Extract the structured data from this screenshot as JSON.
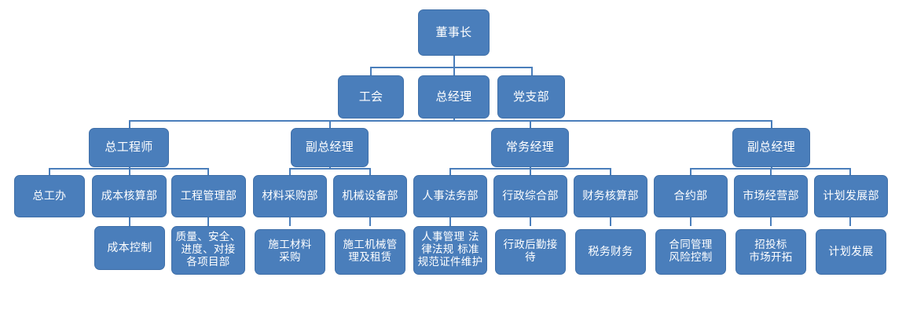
{
  "chart_data": {
    "type": "diagram",
    "diagram_type": "organization-chart",
    "title": "",
    "orientation": "top-down",
    "node_fill_color": "#4a7ebb",
    "node_text_color": "#ffffff",
    "connector_color": "#4a7ebb",
    "background_color": "#ffffff",
    "levels": 5
  },
  "nodes": {
    "chairman": {
      "label": "董事长",
      "level": 1
    },
    "union": {
      "label": "工会",
      "level": 2
    },
    "general_manager": {
      "label": "总经理",
      "level": 2
    },
    "party_branch": {
      "label": "党支部",
      "level": 2
    },
    "chief_engineer": {
      "label": "总工程师",
      "level": 3
    },
    "deputy_gm_left": {
      "label": "副总经理",
      "level": 3
    },
    "executive_manager": {
      "label": "常务经理",
      "level": 3
    },
    "deputy_gm_right": {
      "label": "副总经理",
      "level": 3
    },
    "chief_engineer_office": {
      "label": "总工办",
      "level": 4
    },
    "cost_accounting_dept": {
      "label": "成本核算部",
      "level": 4
    },
    "engineering_mgmt_dept": {
      "label": "工程管理部",
      "level": 4
    },
    "material_purchasing_dept": {
      "label": "材料采购部",
      "level": 4
    },
    "mechanical_equipment_dept": {
      "label": "机械设备部",
      "level": 4
    },
    "hr_legal_dept": {
      "label": "人事法务部",
      "level": 4
    },
    "admin_general_dept": {
      "label": "行政综合部",
      "level": 4
    },
    "finance_accounting_dept": {
      "label": "财务核算部",
      "level": 4
    },
    "contract_dept": {
      "label": "合约部",
      "level": 4
    },
    "market_operations_dept": {
      "label": "市场经营部",
      "level": 4
    },
    "planning_development_dept": {
      "label": "计划发展部",
      "level": 4
    },
    "cost_control": {
      "label": "成本控制",
      "level": 5
    },
    "quality_safety_progress": {
      "label": "质量、安全、\n进度、对接\n各项目部",
      "level": 5
    },
    "construction_material_purchase": {
      "label": "施工材料\n采购",
      "level": 5
    },
    "construction_machinery": {
      "label": "施工机械管\n理及租赁",
      "level": 5
    },
    "hr_legal_standards": {
      "label": "人事管理 法\n律法规 标准\n规范证件维护",
      "level": 5
    },
    "admin_logistics_reception": {
      "label": "行政后勤接\n待",
      "level": 5
    },
    "tax_finance": {
      "label": "税务财务",
      "level": 5
    },
    "contract_risk_control": {
      "label": "合同管理\n风险控制",
      "level": 5
    },
    "bidding_market_expansion": {
      "label": "招投标\n市场开拓",
      "level": 5
    },
    "planning_development": {
      "label": "计划发展",
      "level": 5
    }
  }
}
